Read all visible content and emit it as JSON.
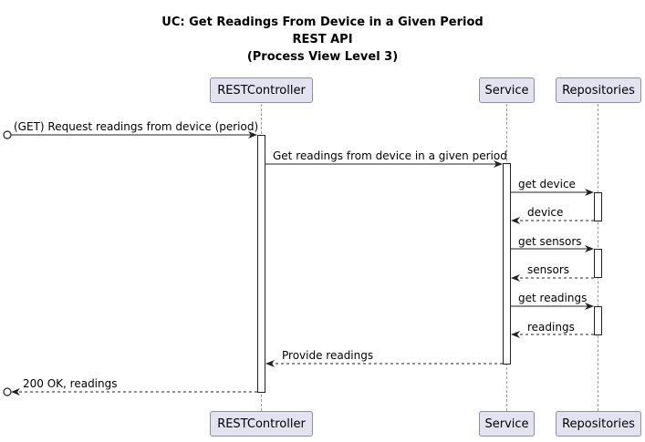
{
  "diagram": {
    "title_lines": [
      "UC: Get Readings From Device in a Given Period",
      "REST API",
      "(Process View Level 3)"
    ],
    "participants": [
      "RESTController",
      "Service",
      "Repositories"
    ],
    "messages": [
      {
        "label": "(GET) Request readings from device (period)"
      },
      {
        "label": "Get readings from device in a given period"
      },
      {
        "label": "get device"
      },
      {
        "label": "device"
      },
      {
        "label": "get sensors"
      },
      {
        "label": "sensors"
      },
      {
        "label": "get readings"
      },
      {
        "label": "readings"
      },
      {
        "label": "Provide readings"
      },
      {
        "label": "200 OK, readings"
      }
    ]
  }
}
